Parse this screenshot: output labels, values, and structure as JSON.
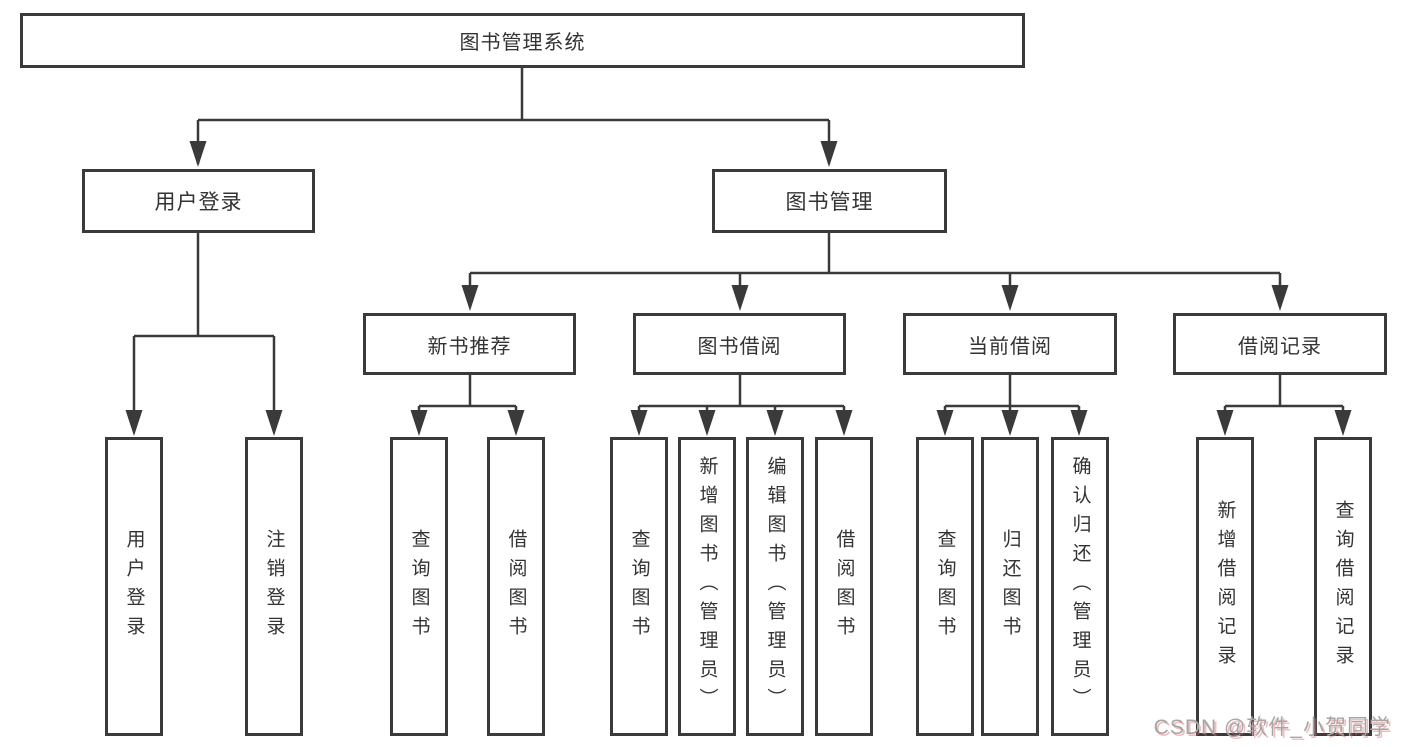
{
  "diagram": {
    "type": "hierarchy",
    "tree": {
      "label": "图书管理系统",
      "children": [
        {
          "label": "用户登录",
          "children": [
            {
              "label": "用户登录"
            },
            {
              "label": "注销登录"
            }
          ]
        },
        {
          "label": "图书管理",
          "children": [
            {
              "label": "新书推荐",
              "children": [
                {
                  "label": "查询图书"
                },
                {
                  "label": "借阅图书"
                }
              ]
            },
            {
              "label": "图书借阅",
              "children": [
                {
                  "label": "查询图书"
                },
                {
                  "label": "新增图书（管理员）"
                },
                {
                  "label": "编辑图书（管理员）"
                },
                {
                  "label": "借阅图书"
                }
              ]
            },
            {
              "label": "当前借阅",
              "children": [
                {
                  "label": "查询图书"
                },
                {
                  "label": "归还图书"
                },
                {
                  "label": "确认归还（管理员）"
                }
              ]
            },
            {
              "label": "借阅记录",
              "children": [
                {
                  "label": "新增借阅记录"
                },
                {
                  "label": "查询借阅记录"
                }
              ]
            }
          ]
        }
      ]
    },
    "colors": {
      "line": "#3a3a3a",
      "text": "#333333",
      "background": "#ffffff"
    }
  },
  "watermark": {
    "text": "CSDN @软件_小贺同学"
  }
}
